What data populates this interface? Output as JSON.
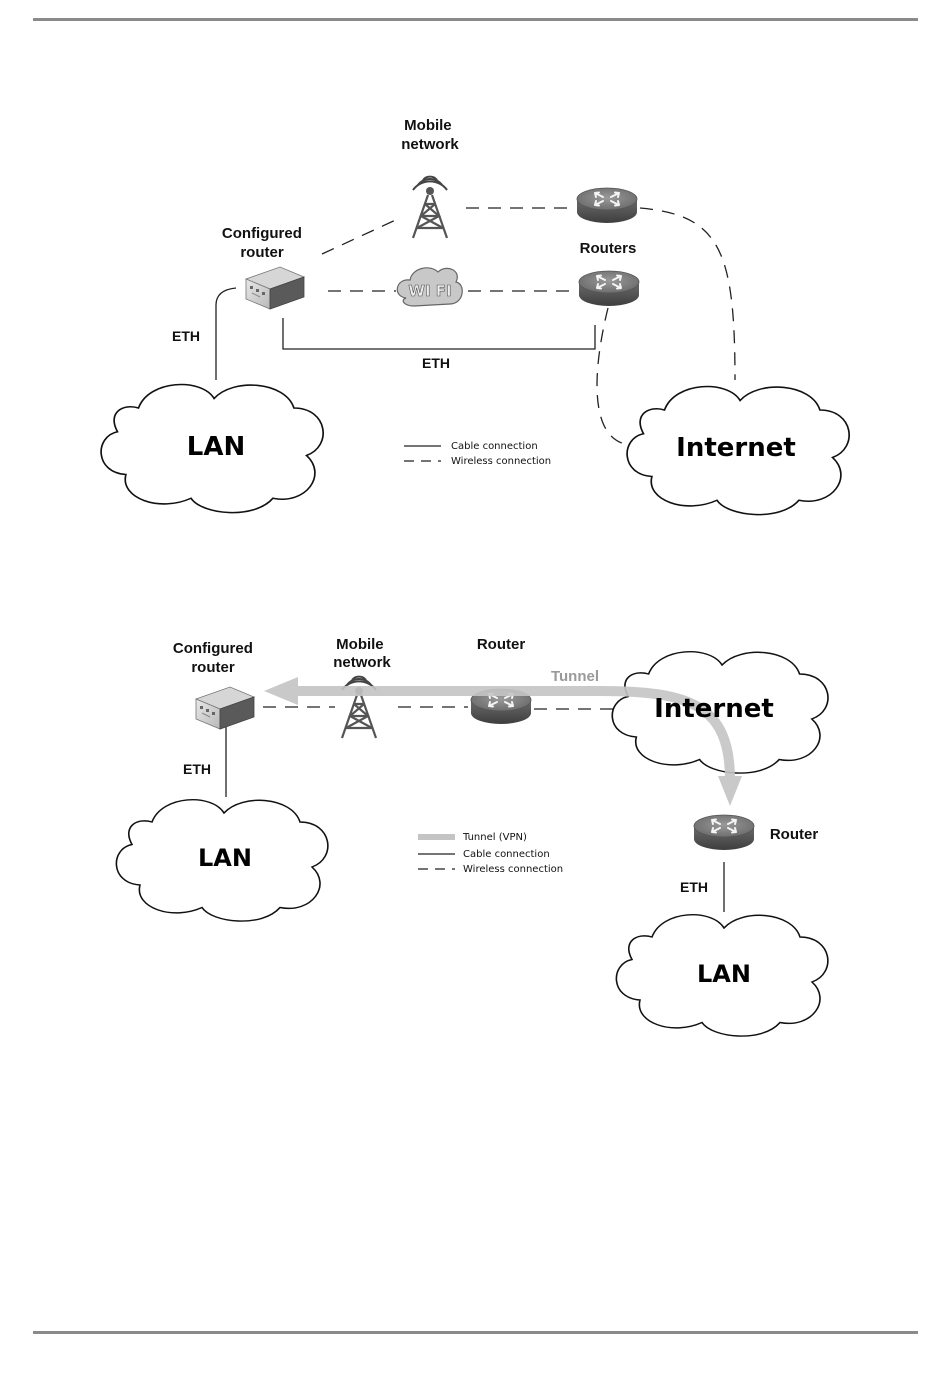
{
  "diagram1": {
    "mobile_network_line1": "Mobile",
    "mobile_network_line2": "network",
    "configured_router_line1": "Configured",
    "configured_router_line2": "router",
    "routers": "Routers",
    "eth_left": "ETH",
    "eth_bottom": "ETH",
    "lan": "LAN",
    "internet": "Internet",
    "wifi_label": "WI FI",
    "legend": {
      "cable": "Cable connection",
      "wireless": "Wireless connection"
    }
  },
  "diagram2": {
    "configured_router_line1": "Configured",
    "configured_router_line2": "router",
    "mobile_network_line1": "Mobile",
    "mobile_network_line2": "network",
    "router_top": "Router",
    "tunnel": "Tunnel",
    "internet": "Internet",
    "eth_left": "ETH",
    "lan_left": "LAN",
    "router_right": "Router",
    "eth_right": "ETH",
    "lan_right": "LAN",
    "legend": {
      "tunnel": "Tunnel (VPN)",
      "cable": "Cable connection",
      "wireless": "Wireless connection"
    }
  },
  "colors": {
    "tunnel": "#c4c4c4",
    "rule": "#8a8a8a"
  }
}
